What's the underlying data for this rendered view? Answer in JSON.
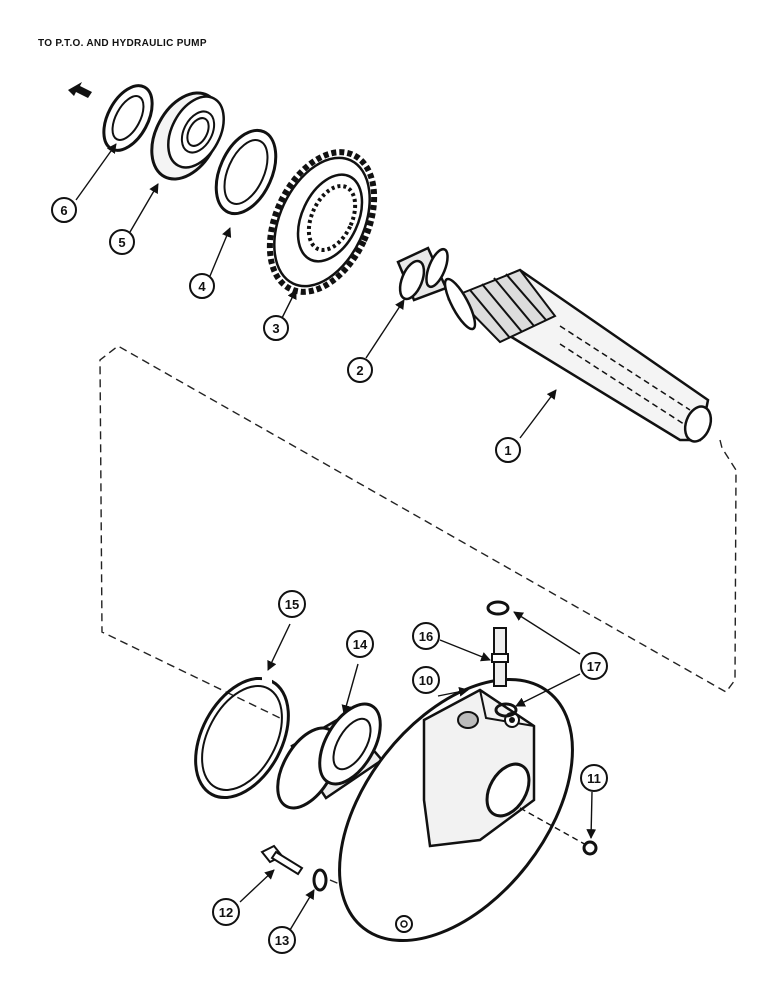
{
  "title": "TO P.T.O. AND HYDRAULIC PUMP",
  "callouts": [
    "1",
    "2",
    "3",
    "4",
    "5",
    "6",
    "10",
    "11",
    "12",
    "13",
    "14",
    "15",
    "16",
    "17"
  ]
}
